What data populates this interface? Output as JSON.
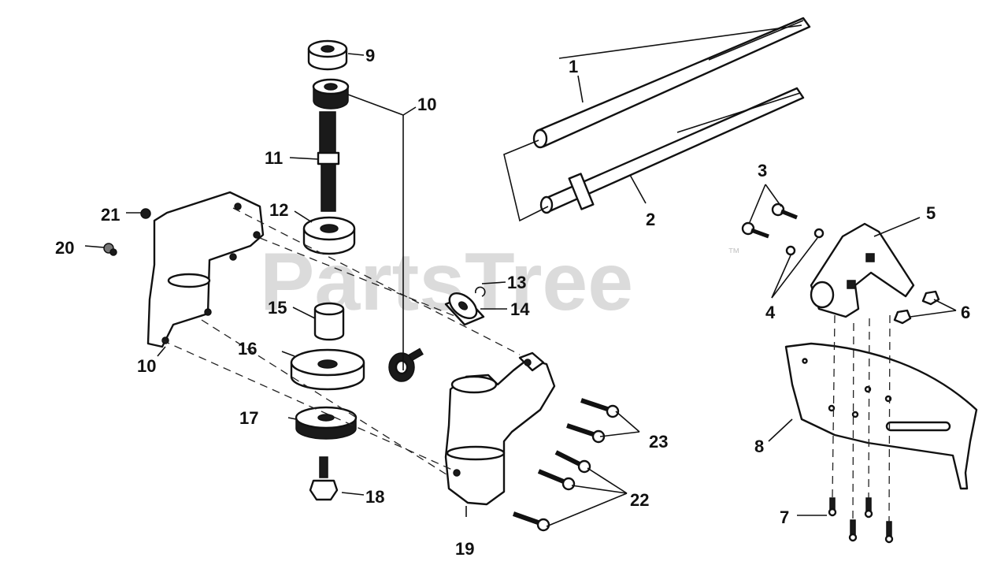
{
  "watermark": {
    "text": "PartsTree",
    "trademark": "™"
  },
  "callouts": {
    "c1": "1",
    "c2": "2",
    "c3": "3",
    "c4": "4",
    "c5": "5",
    "c6": "6",
    "c7": "7",
    "c8": "8",
    "c9": "9",
    "c10a": "10",
    "c10b": "10",
    "c11": "11",
    "c12": "12",
    "c13": "13",
    "c14": "14",
    "c15": "15",
    "c16": "16",
    "c17": "17",
    "c18": "18",
    "c19": "19",
    "c20": "20",
    "c21": "21",
    "c22": "22",
    "c23": "23"
  }
}
